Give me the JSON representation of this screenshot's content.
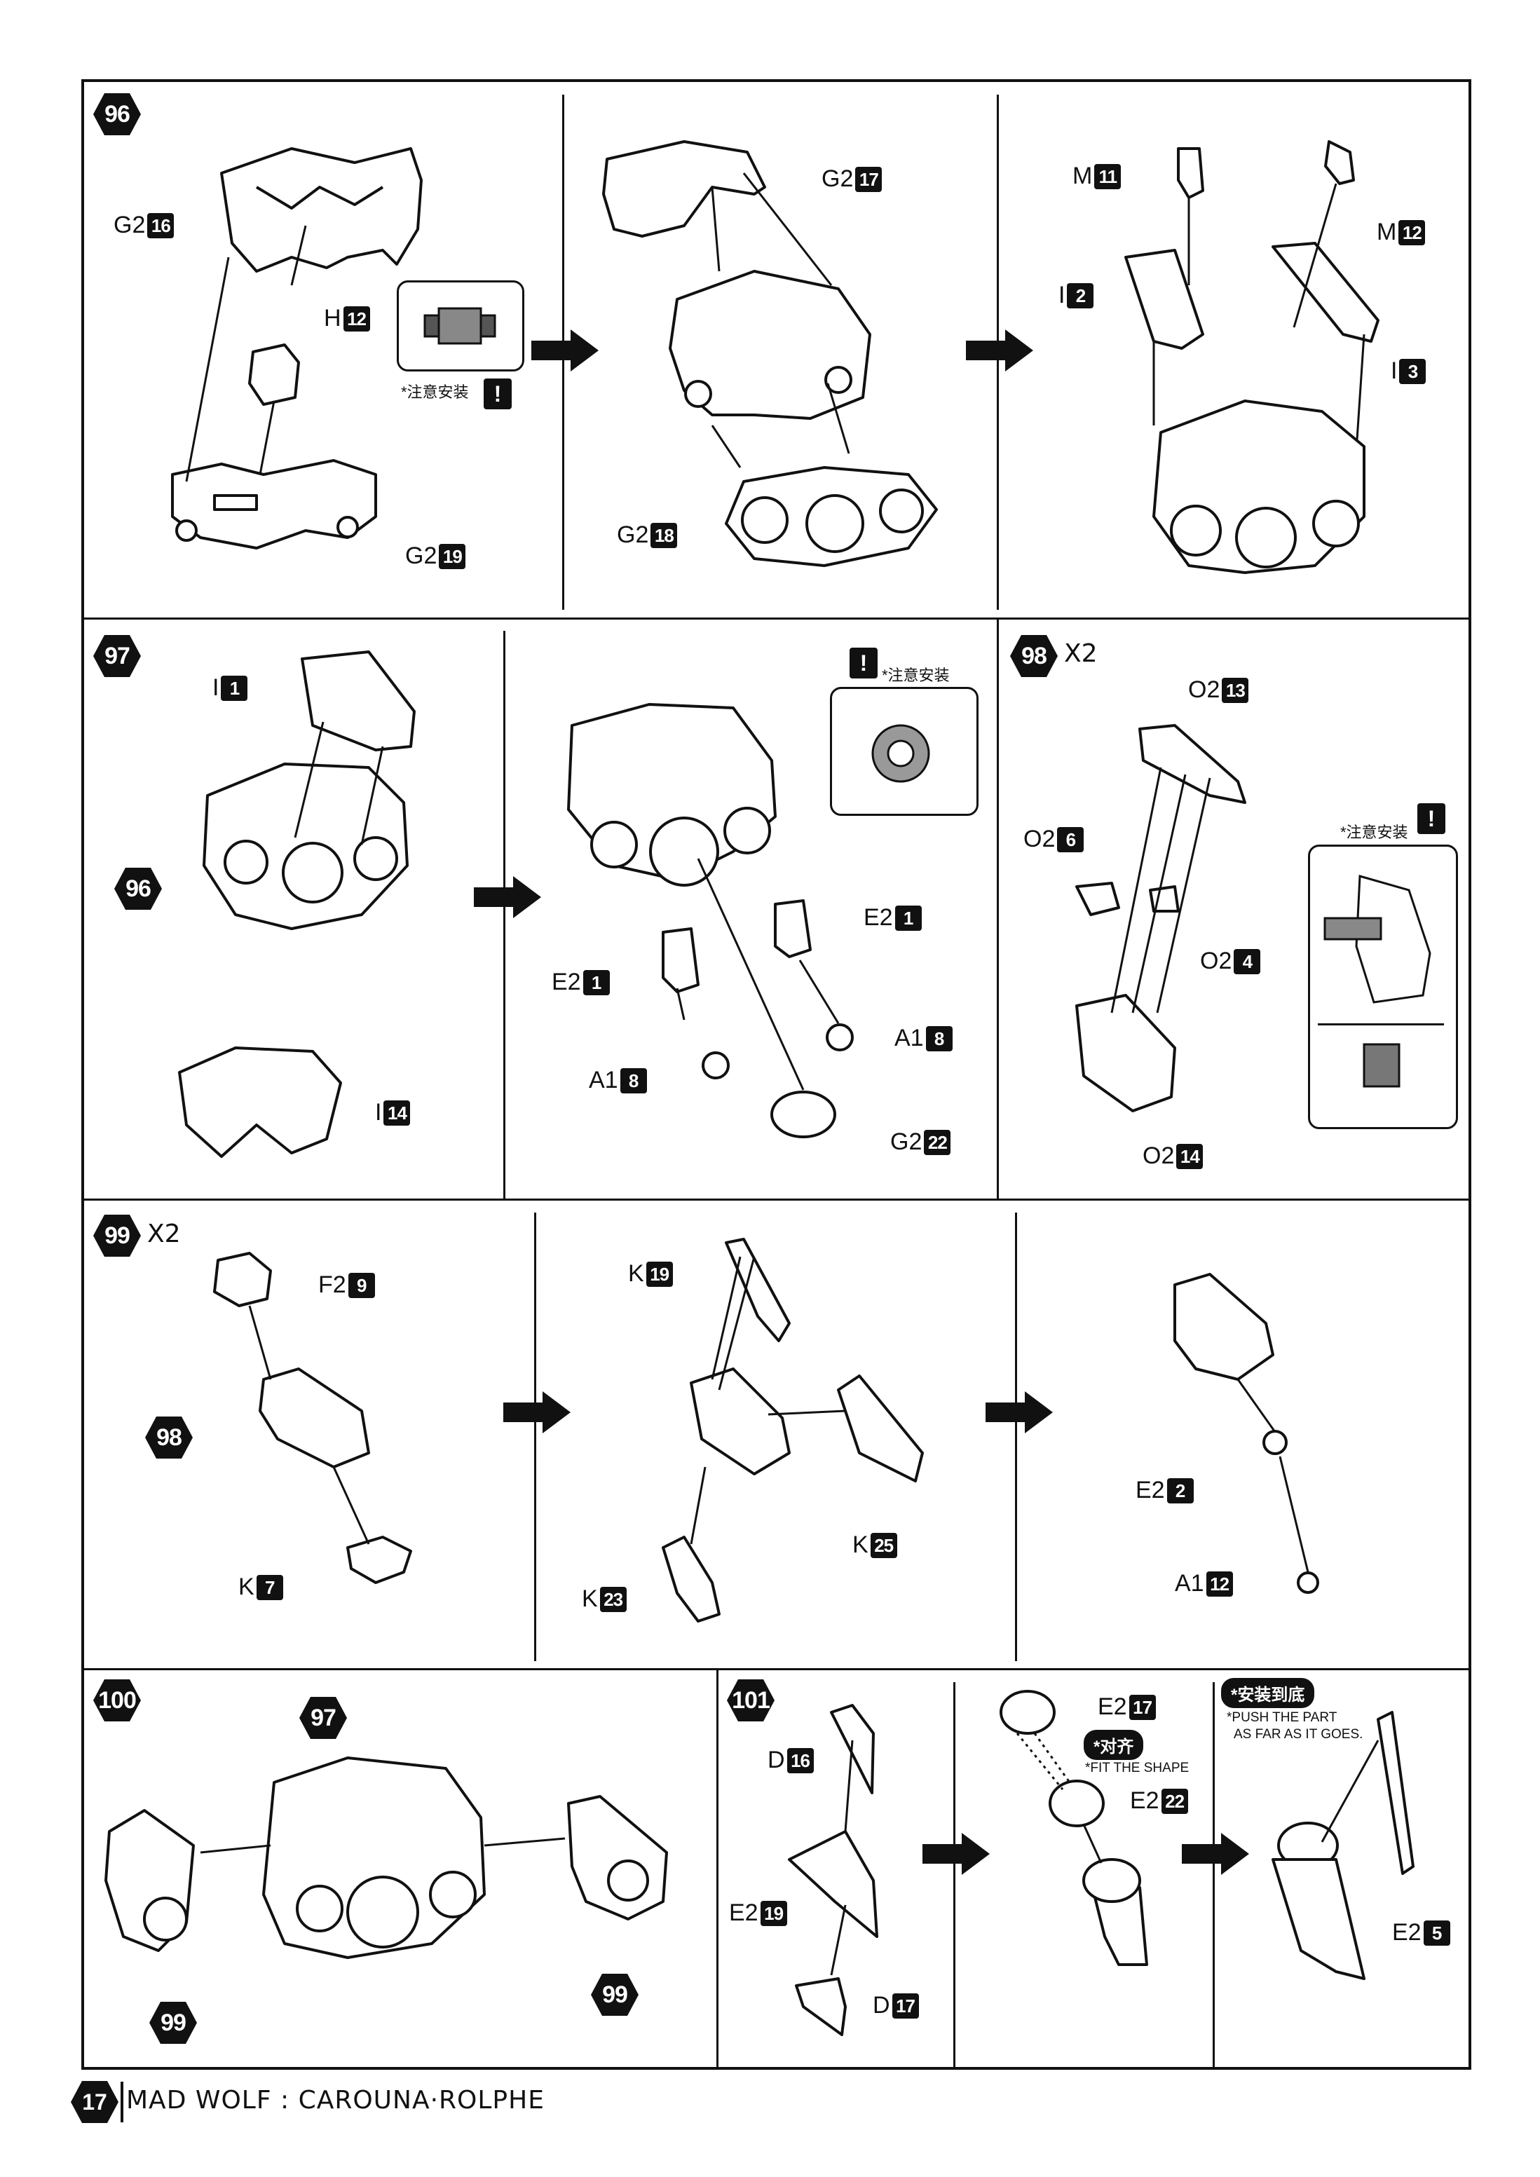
{
  "page": {
    "number": "17",
    "title": "MAD WOLF : CAROUNA·ROLPHE"
  },
  "caution_text": "*注意安装",
  "warning_mark": "!",
  "steps": [
    {
      "id": "96",
      "multiplier": "",
      "labels": [
        {
          "letter": "G2",
          "num": "16"
        },
        {
          "letter": "H",
          "num": "12"
        },
        {
          "letter": "G2",
          "num": "19"
        },
        {
          "letter": "G2",
          "num": "17"
        },
        {
          "letter": "G2",
          "num": "18"
        },
        {
          "letter": "M",
          "num": "11"
        },
        {
          "letter": "M",
          "num": "12"
        },
        {
          "letter": "I",
          "num": "2"
        },
        {
          "letter": "I",
          "num": "3"
        }
      ]
    },
    {
      "id": "97",
      "multiplier": "",
      "labels": [
        {
          "letter": "I",
          "num": "1"
        },
        {
          "letter": "I",
          "num": "14"
        },
        {
          "letter": "E2",
          "num": "1"
        },
        {
          "letter": "E2",
          "num": "1"
        },
        {
          "letter": "A1",
          "num": "8"
        },
        {
          "letter": "A1",
          "num": "8"
        },
        {
          "letter": "G2",
          "num": "22"
        }
      ],
      "refs": [
        "96"
      ]
    },
    {
      "id": "98",
      "multiplier": "X2",
      "labels": [
        {
          "letter": "O2",
          "num": "13"
        },
        {
          "letter": "O2",
          "num": "6"
        },
        {
          "letter": "O2",
          "num": "4"
        },
        {
          "letter": "O2",
          "num": "14"
        }
      ]
    },
    {
      "id": "99",
      "multiplier": "X2",
      "labels": [
        {
          "letter": "F2",
          "num": "9"
        },
        {
          "letter": "K",
          "num": "7"
        },
        {
          "letter": "K",
          "num": "19"
        },
        {
          "letter": "K",
          "num": "25"
        },
        {
          "letter": "K",
          "num": "23"
        },
        {
          "letter": "E2",
          "num": "2"
        },
        {
          "letter": "A1",
          "num": "12"
        }
      ],
      "refs": [
        "98"
      ]
    },
    {
      "id": "100",
      "multiplier": "",
      "refs": [
        "97",
        "99",
        "99"
      ]
    },
    {
      "id": "101",
      "multiplier": "",
      "labels": [
        {
          "letter": "D",
          "num": "16"
        },
        {
          "letter": "E2",
          "num": "19"
        },
        {
          "letter": "D",
          "num": "17"
        },
        {
          "letter": "E2",
          "num": "17"
        },
        {
          "letter": "E2",
          "num": "22"
        },
        {
          "letter": "E2",
          "num": "5"
        }
      ],
      "fit_tag": "*对齐",
      "fit_note": "*FIT THE SHAPE",
      "push_tag": "*安装到底",
      "push_note_1": "*PUSH THE PART",
      "push_note_2": "AS FAR AS IT GOES."
    }
  ]
}
